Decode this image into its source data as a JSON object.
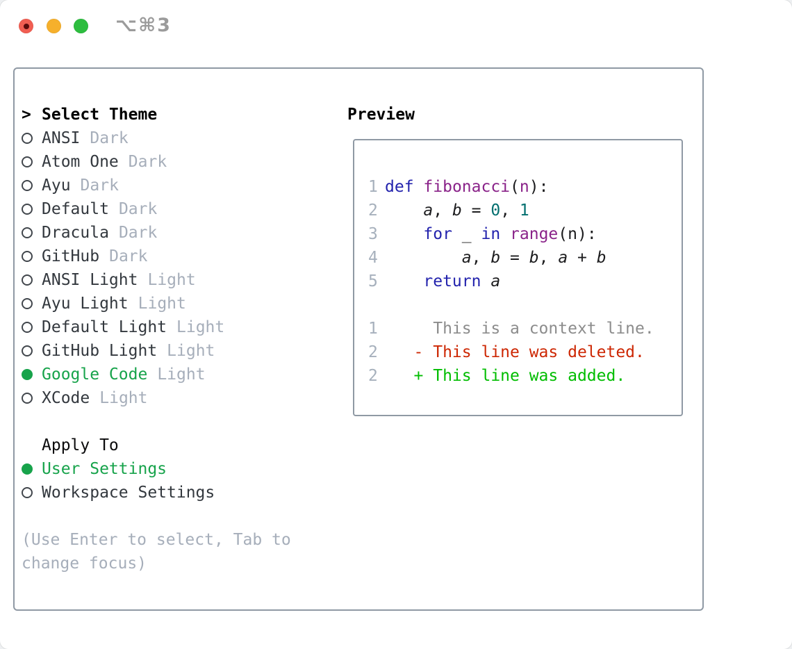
{
  "window": {
    "shortcut": "⌥⌘3",
    "traffic_lights": {
      "close_icon": "close-circle-red",
      "minimize_icon": "minimize-circle-yellow",
      "zoom_icon": "zoom-circle-green"
    }
  },
  "panel": {
    "themes": {
      "title": "Select Theme",
      "cursor": ">",
      "items": [
        {
          "name": "ANSI",
          "tag": "Dark",
          "selected": false
        },
        {
          "name": "Atom One",
          "tag": "Dark",
          "selected": false
        },
        {
          "name": "Ayu",
          "tag": "Dark",
          "selected": false
        },
        {
          "name": "Default",
          "tag": "Dark",
          "selected": false
        },
        {
          "name": "Dracula",
          "tag": "Dark",
          "selected": false
        },
        {
          "name": "GitHub",
          "tag": "Dark",
          "selected": false
        },
        {
          "name": "ANSI Light",
          "tag": "Light",
          "selected": false
        },
        {
          "name": "Ayu Light",
          "tag": "Light",
          "selected": false
        },
        {
          "name": "Default Light",
          "tag": "Light",
          "selected": false
        },
        {
          "name": "GitHub Light",
          "tag": "Light",
          "selected": false
        },
        {
          "name": "Google Code",
          "tag": "Light",
          "selected": true
        },
        {
          "name": "XCode",
          "tag": "Light",
          "selected": false
        }
      ]
    },
    "apply": {
      "title": "Apply To",
      "options": [
        {
          "label": "User Settings",
          "selected": true
        },
        {
          "label": "Workspace Settings",
          "selected": false
        }
      ]
    },
    "hint": {
      "line1": "(Use Enter to select, Tab to",
      "line2": "change focus)"
    }
  },
  "preview": {
    "title": "Preview",
    "code_lines": [
      {
        "num": "1",
        "tokens": [
          {
            "c": "kw",
            "t": "def"
          },
          {
            "c": "pl",
            "t": " "
          },
          {
            "c": "fn",
            "t": "fibonacci"
          },
          {
            "c": "pl",
            "t": "("
          },
          {
            "c": "fn",
            "t": "n"
          },
          {
            "c": "pl",
            "t": "):"
          }
        ]
      },
      {
        "num": "2",
        "tokens": [
          {
            "c": "pl",
            "t": "    "
          },
          {
            "c": "var",
            "t": "a"
          },
          {
            "c": "pl",
            "t": ", "
          },
          {
            "c": "var",
            "t": "b"
          },
          {
            "c": "pl",
            "t": " = "
          },
          {
            "c": "lit",
            "t": "0"
          },
          {
            "c": "pl",
            "t": ", "
          },
          {
            "c": "lit",
            "t": "1"
          }
        ]
      },
      {
        "num": "3",
        "tokens": [
          {
            "c": "pl",
            "t": "    "
          },
          {
            "c": "kw",
            "t": "for"
          },
          {
            "c": "pl",
            "t": " _ "
          },
          {
            "c": "kw",
            "t": "in"
          },
          {
            "c": "pl",
            "t": " "
          },
          {
            "c": "fn",
            "t": "range"
          },
          {
            "c": "pl",
            "t": "(n):"
          }
        ]
      },
      {
        "num": "4",
        "tokens": [
          {
            "c": "pl",
            "t": "        "
          },
          {
            "c": "var",
            "t": "a"
          },
          {
            "c": "pl",
            "t": ", "
          },
          {
            "c": "var",
            "t": "b"
          },
          {
            "c": "pl",
            "t": " = "
          },
          {
            "c": "var",
            "t": "b"
          },
          {
            "c": "pl",
            "t": ", "
          },
          {
            "c": "var",
            "t": "a"
          },
          {
            "c": "pl",
            "t": " + "
          },
          {
            "c": "var",
            "t": "b"
          }
        ]
      },
      {
        "num": "5",
        "tokens": [
          {
            "c": "pl",
            "t": "    "
          },
          {
            "c": "kw",
            "t": "return"
          },
          {
            "c": "pl",
            "t": " "
          },
          {
            "c": "var",
            "t": "a"
          }
        ]
      }
    ],
    "diff_lines": [
      {
        "num": "1",
        "type": "context",
        "text": "     This is a context line."
      },
      {
        "num": "2",
        "type": "deleted",
        "text": "   - This line was deleted."
      },
      {
        "num": "2",
        "type": "added",
        "text": "   + This line was added."
      }
    ]
  },
  "colors": {
    "accent_green": "#17a34b",
    "added_green": "#00bd00",
    "deleted_red": "#cd2703",
    "context_gray": "#8c8c8c",
    "keyword_blue": "#2323ad",
    "function_purple": "#8a2389",
    "literal_teal": "#006e6e",
    "muted_gray": "#a6aeba",
    "frame_border": "#8f99a4",
    "traffic_red": "#f15e52",
    "traffic_yellow": "#f6b02c",
    "traffic_green": "#2dbd3f"
  }
}
